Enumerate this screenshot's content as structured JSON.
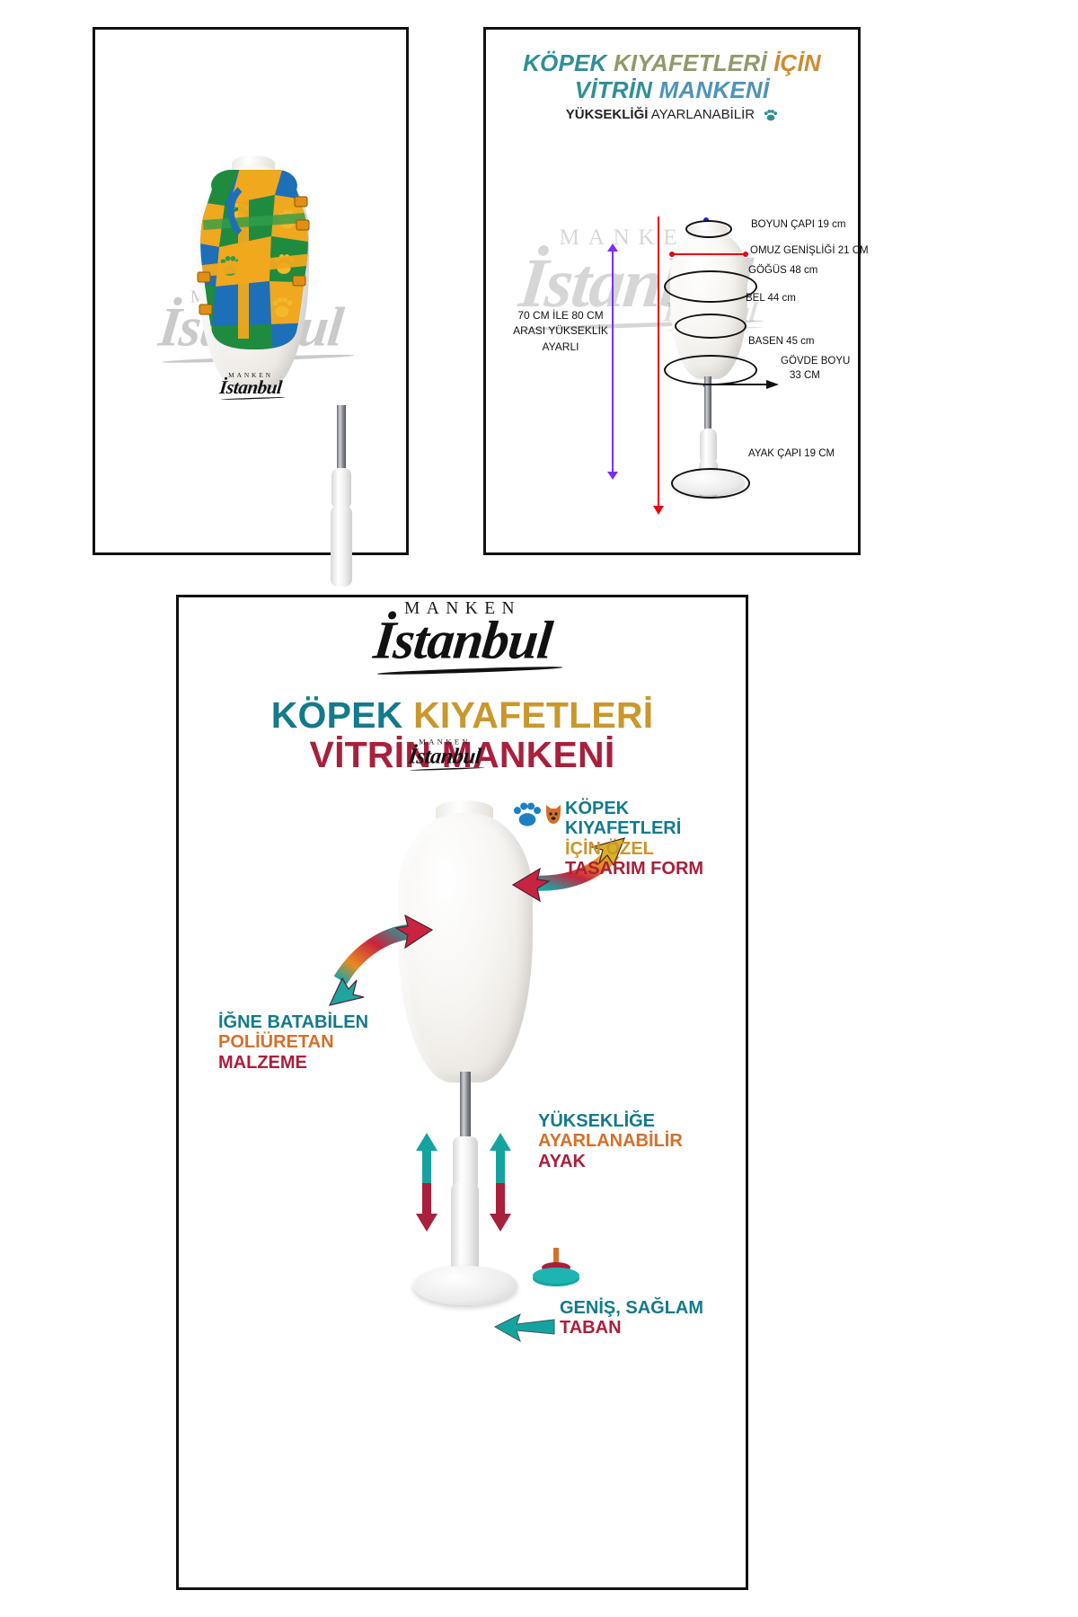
{
  "panel2": {
    "title_line1": [
      {
        "t": "KÖPEK ",
        "c": "#2f8f96"
      },
      {
        "t": "KIYAFETLERİ ",
        "c": "#5f8f86"
      },
      {
        "t": "İÇİN",
        "c": "#c98a33"
      }
    ],
    "title_line2": [
      {
        "t": "VİTRİN ",
        "c": "#2f8f96"
      },
      {
        "t": "MANKENİ",
        "c": "#4f93b7"
      }
    ],
    "title_line1_plain": "KÖPEK KIYAFETLERİ İÇİN",
    "title_line2_plain": "VİTRİN MANKENİ",
    "subtitle_bold": "YÜKSEKLİĞİ",
    "subtitle_rest": " AYARLANABİLİR",
    "height_note": "70 CM İLE 80 CM ARASI YÜKSEKLİK AYARLI",
    "height_note_lines": [
      "70 CM İLE 80 CM",
      "ARASI YÜKSEKLİK",
      "AYARLI"
    ],
    "measurements": [
      {
        "name": "BOYUN ÇAPI 19 cm"
      },
      {
        "name": "OMUZ GENİŞLİĞİ 21 CM"
      },
      {
        "name": "GÖĞÜS 48 cm"
      },
      {
        "name": "BEL 44 cm"
      },
      {
        "name": "BASEN 45 cm"
      },
      {
        "name": "GÖVDE BOYU"
      },
      {
        "name": "33 CM"
      },
      {
        "name": "AYAK ÇAPI 19 CM"
      }
    ],
    "m_neck": "BOYUN ÇAPI 19 cm",
    "m_shoulder": "OMUZ GENİŞLİĞİ 21 CM",
    "m_chest": "GÖĞÜS 48 cm",
    "m_waist": "BEL 44 cm",
    "m_hip": "BASEN 45 cm",
    "m_body1": "GÖVDE BOYU",
    "m_body2": "33 CM",
    "m_foot": "AYAK ÇAPI 19 CM"
  },
  "logo": {
    "top": "MANKEN",
    "bottom": "İstanbul"
  },
  "panel3": {
    "title_line1_a": "KÖPEK ",
    "title_line1_b": "KIYAFETLERİ",
    "title_line2": "VİTRİN MANKENİ",
    "ann_topright": [
      "KÖPEK KIYAFETLERİ",
      "İÇİN ÖZEL",
      "TASARIM FORM"
    ],
    "ann_topright_1": "KÖPEK KIYAFETLERİ",
    "ann_topright_2": "İÇİN ÖZEL",
    "ann_topright_3": "TASARIM FORM",
    "ann_left_1": "İĞNE BATABİLEN",
    "ann_left_2": "POLİÜRETAN",
    "ann_left_3": "MALZEME",
    "ann_mid_1": "YÜKSEKLİĞE",
    "ann_mid_2": "AYARLANABİLİR",
    "ann_mid_3": "AYAK",
    "ann_bottom_1": "GENİŞ, SAĞLAM",
    "ann_bottom_2": "TABAN"
  },
  "colors": {
    "teal": "#137a8a",
    "gold": "#c9972c",
    "red": "#a8203c",
    "orange": "#d4702a",
    "diagram_red": "#e8000f",
    "diagram_blue": "#2222dd",
    "diagram_purple": "#7b2ff7"
  }
}
